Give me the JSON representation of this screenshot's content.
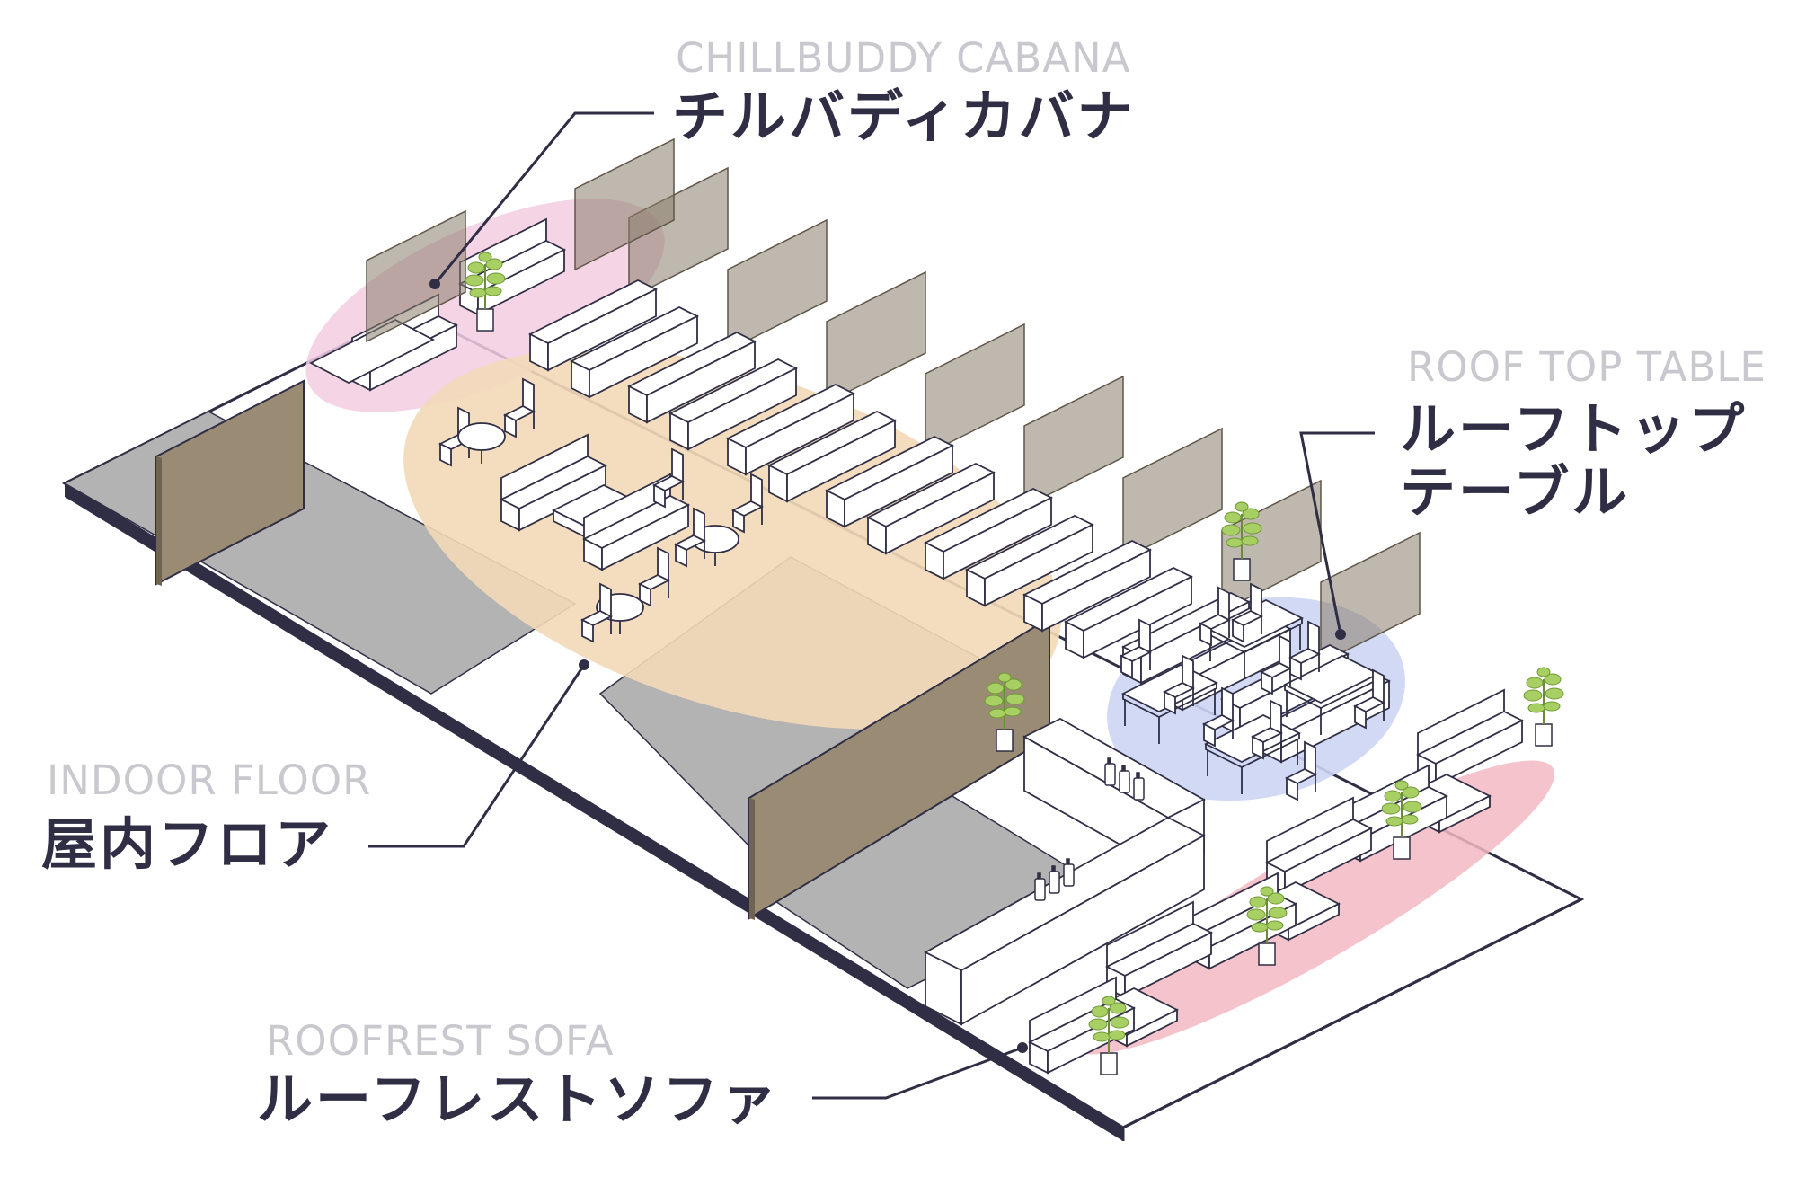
{
  "labels": {
    "cabana": {
      "en": "CHILLBUDDY CABANA",
      "ja": "チルバディカバナ"
    },
    "roof_table": {
      "en": "ROOF TOP TABLE",
      "ja_line1": "ルーフトップ",
      "ja_line2": "テーブル"
    },
    "indoor": {
      "en": "INDOOR FLOOR",
      "ja": "屋内フロア"
    },
    "sofa": {
      "en": "ROOFREST SOFA",
      "ja": "ルーフレストソファ"
    }
  },
  "colors": {
    "outline": "#2f2e45",
    "deck": "#ffffff",
    "gray_area": "#b3b3b3",
    "wall": "#9a8c74",
    "partition": "#8a7e6c",
    "plant": "#a8cf63",
    "cabana_zone": "#f2cde1",
    "indoor_zone": "#f3d9b8",
    "table_zone": "#cdd5f3",
    "sofa_zone": "#f2b8c2",
    "label_en": "#c9c8ce",
    "label_ja": "#2f2e45"
  },
  "icons": [
    "plant-icon",
    "chair-icon",
    "sofa-icon",
    "round-table-icon",
    "table-icon",
    "bottle-icon",
    "booth-icon",
    "partition-icon"
  ]
}
